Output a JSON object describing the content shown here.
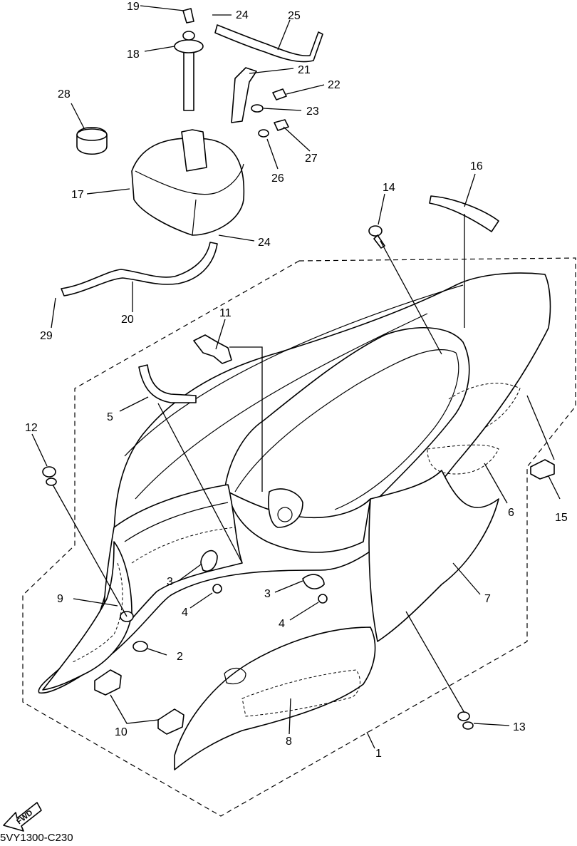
{
  "diagram": {
    "code": "5VY1300-C230",
    "fwd_label": "FWD",
    "callouts": {
      "c1": "1",
      "c2": "2",
      "c3a": "3",
      "c3b": "3",
      "c4a": "4",
      "c4b": "4",
      "c5": "5",
      "c6": "6",
      "c7": "7",
      "c8": "8",
      "c9": "9",
      "c10": "10",
      "c11": "11",
      "c12": "12",
      "c13": "13",
      "c14": "14",
      "c15": "15",
      "c16": "16",
      "c17": "17",
      "c18": "18",
      "c19": "19",
      "c20": "20",
      "c21": "21",
      "c22": "22",
      "c23": "23",
      "c24a": "24",
      "c24b": "24",
      "c25": "25",
      "c26": "26",
      "c27": "27",
      "c28": "28",
      "c29": "29"
    }
  }
}
